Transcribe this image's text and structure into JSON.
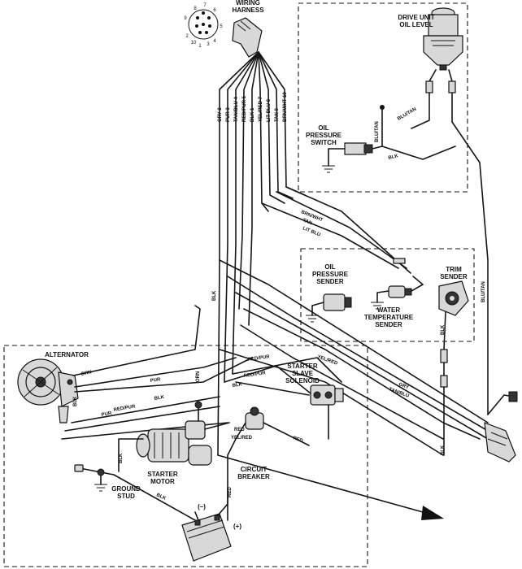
{
  "labels": {
    "wiring_harness": [
      "WIRING",
      "HARNESS"
    ],
    "drive_unit_oil_level": [
      "DRIVE UNIT",
      "OIL LEVEL"
    ],
    "oil_pressure_switch": [
      "OIL",
      "PRESSURE",
      "SWITCH"
    ],
    "oil_pressure_sender": [
      "OIL",
      "PRESSURE",
      "SENDER"
    ],
    "water_temperature_sender": [
      "WATER",
      "TEMPERATURE",
      "SENDER"
    ],
    "trim_sender": [
      "TRIM",
      "SENDER"
    ],
    "alternator": "ALTERNATOR",
    "starter_slave_solenoid": [
      "STARTER",
      "SLAVE",
      "SOLENOID"
    ],
    "starter_motor": [
      "STARTER",
      "MOTOR"
    ],
    "circuit_breaker": [
      "CIRCUIT",
      "BREAKER"
    ],
    "ground_stud": [
      "GROUND",
      "STUD"
    ],
    "battery_negative": "(–)",
    "battery_positive": "(+)"
  },
  "connector_pins": [
    "1",
    "2",
    "3",
    "4",
    "5",
    "6",
    "7",
    "8",
    "9",
    "10"
  ],
  "harness_wires": [
    "GRY 2",
    "PUR 3",
    "TAN/BLU 4",
    "RED/PUR 5",
    "BLK 1",
    "YEL/RED 7",
    "LIT BLU 8",
    "TAN 9",
    "BRN/WHT 10"
  ],
  "wire_labels": {
    "blu_tan_1": "BLU/TAN",
    "blu_tan_2": "BLU/TAN",
    "blu_tan_3": "BLU/TAN",
    "blk_switch": "BLK",
    "brn_wht": "BRN/WHT",
    "tan": "TAN",
    "lit_blu": "LIT BLU",
    "blk_harness": "BLK",
    "blk_trim": "BLK",
    "orn_alt": "ORN",
    "pur_alt": "PUR",
    "pur_lower": "PUR",
    "red_pur_alt": "RED/PUR",
    "blk_alt": "BLK",
    "blk_alt_side": "BLK",
    "orn_vertical": "ORN",
    "red_pur_mid": "RED/PUR",
    "yel_red_mid": "YEL/RED",
    "red_pur_sol": "RED/PUR",
    "blk_sol": "BLK",
    "gry": "GRY",
    "tan_blu": "TAN/BLU",
    "red_cb": "RED",
    "yel_red_starter": "YEL/RED",
    "red_cb_right": "RED",
    "blk_starter": "BLK",
    "blk_ground": "BLK",
    "red_battery": "RED",
    "blk_right": "BLK"
  }
}
